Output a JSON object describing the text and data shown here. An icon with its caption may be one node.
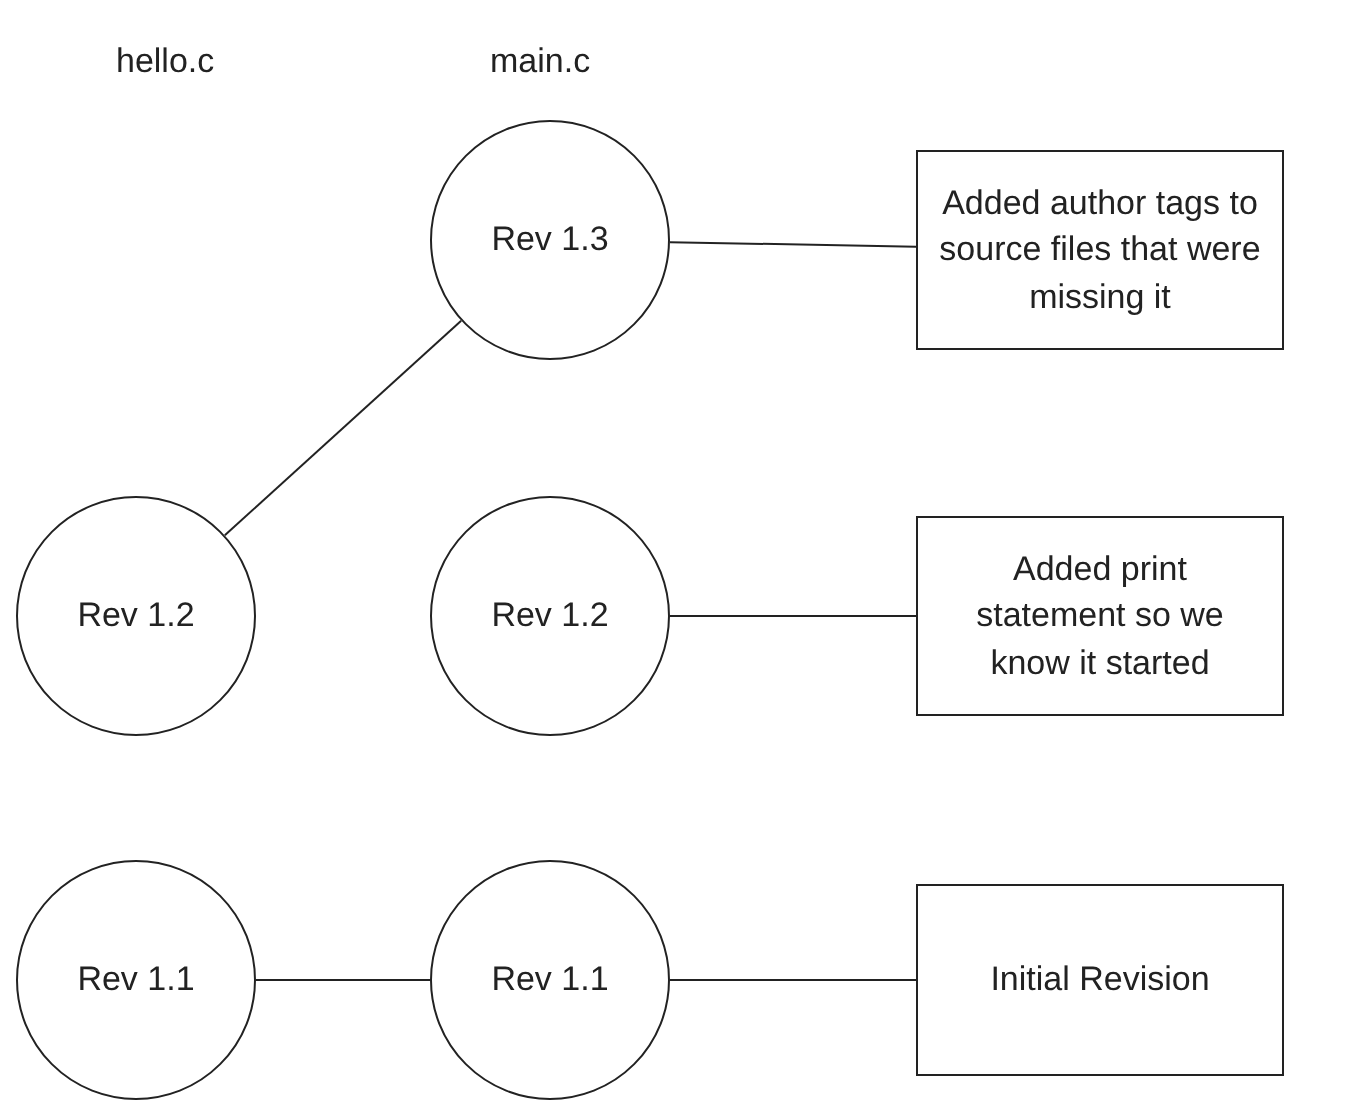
{
  "diagram": {
    "nodes": [
      {
        "text": [
          "Rev 1.3"
        ]
      },
      {
        "text": [
          "Added author tags to source files that were missing it"
        ]
      },
      {
        "text": [
          "Rev 1.2"
        ]
      },
      {
        "text": [
          "Rev 1.2"
        ]
      },
      {
        "text": [
          "Added print statement so we know it started"
        ]
      },
      {
        "text": [
          "Rev 1.1"
        ]
      },
      {
        "text": [
          "Rev 1.1"
        ]
      },
      {
        "text": [
          "Initial Revision"
        ]
      }
    ],
    "edges": [
      {
        "from": 2,
        "to": 0,
        "arrow": "none"
      },
      {
        "from": 0,
        "to": 1,
        "arrow": "none"
      },
      {
        "from": 3,
        "to": 4,
        "arrow": "none"
      },
      {
        "from": 5,
        "to": 6,
        "arrow": "none"
      },
      {
        "from": 6,
        "to": 7,
        "arrow": "none"
      }
    ],
    "labels": [
      "hello.c",
      "main.c"
    ]
  }
}
